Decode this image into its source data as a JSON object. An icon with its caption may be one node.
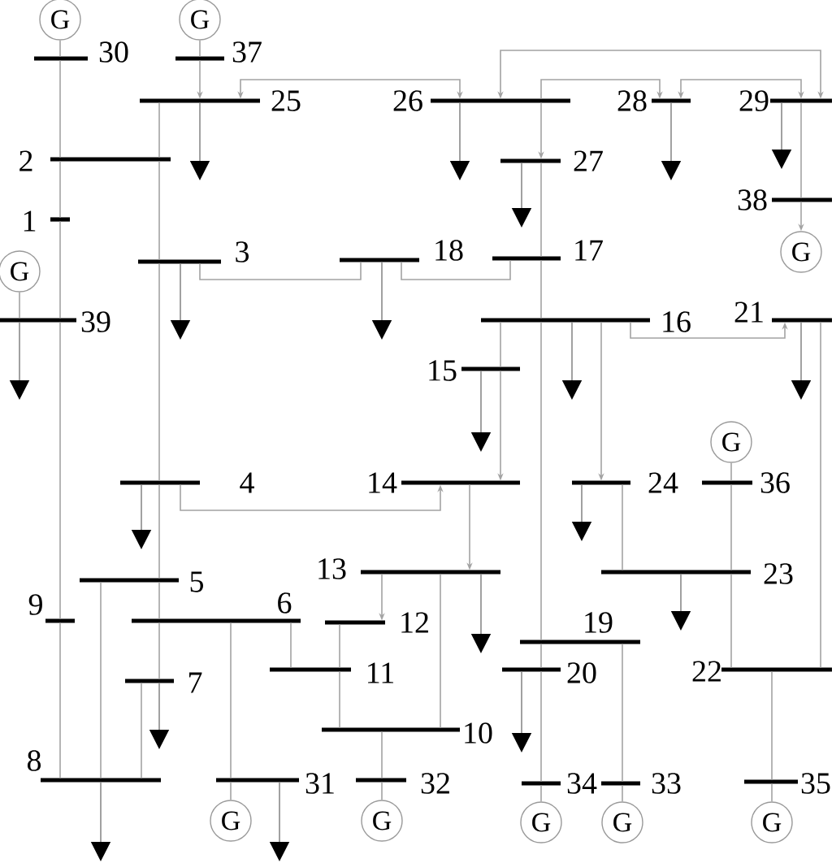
{
  "diagram": {
    "nodes": [
      {
        "text": [
          "G"
        ]
      },
      {
        "text": [
          "G"
        ]
      },
      {
        "text": [],
        "shape": "bar",
        "beside": [
          "30"
        ]
      },
      {
        "text": [],
        "shape": "bar",
        "beside": [
          "37"
        ]
      },
      {
        "text": [],
        "shape": "bar",
        "beside": [
          "25"
        ]
      },
      {
        "text": [],
        "shape": "bar",
        "beside": [
          "26"
        ]
      },
      {
        "text": [],
        "shape": "bar",
        "beside": [
          "28"
        ]
      },
      {
        "text": [],
        "shape": "bar",
        "beside": [
          "29"
        ]
      },
      {
        "text": [],
        "shape": "bar",
        "beside": [
          "2"
        ]
      },
      {
        "text": [],
        "shape": "bar",
        "beside": [
          "27"
        ]
      },
      {
        "text": [],
        "shape": "bar",
        "beside": [
          "1"
        ]
      },
      {
        "text": [],
        "shape": "bar",
        "beside": [
          "38"
        ]
      },
      {
        "text": [],
        "shape": "bar",
        "beside": [
          "3"
        ]
      },
      {
        "text": [],
        "shape": "bar",
        "beside": [
          "18"
        ]
      },
      {
        "text": [],
        "shape": "bar",
        "beside": [
          "17"
        ]
      },
      {
        "text": [
          "G"
        ]
      },
      {
        "text": [
          "G"
        ]
      },
      {
        "text": [],
        "shape": "bar",
        "beside": [
          "39"
        ]
      },
      {
        "text": [],
        "shape": "bar",
        "beside": [
          "16"
        ]
      },
      {
        "text": [],
        "shape": "bar",
        "beside": [
          "21"
        ]
      },
      {
        "text": [],
        "shape": "bar",
        "beside": [
          "15"
        ]
      },
      {
        "text": [
          "G"
        ]
      },
      {
        "text": [],
        "shape": "bar",
        "beside": [
          "4"
        ]
      },
      {
        "text": [],
        "shape": "bar",
        "beside": [
          "14"
        ]
      },
      {
        "text": [],
        "shape": "bar",
        "beside": [
          "24"
        ]
      },
      {
        "text": [],
        "shape": "bar",
        "beside": [
          "36"
        ]
      },
      {
        "text": [],
        "shape": "bar",
        "beside": [
          "13"
        ]
      },
      {
        "text": [],
        "shape": "bar",
        "beside": [
          "23"
        ]
      },
      {
        "text": [],
        "shape": "bar",
        "beside": [
          "5"
        ]
      },
      {
        "text": [],
        "shape": "bar",
        "beside": [
          "9"
        ]
      },
      {
        "text": [],
        "shape": "bar",
        "beside": [
          "6"
        ]
      },
      {
        "text": [],
        "shape": "bar",
        "beside": [
          "12"
        ]
      },
      {
        "text": [],
        "shape": "bar",
        "beside": [
          "19"
        ]
      },
      {
        "text": [],
        "shape": "bar",
        "beside": [
          "11"
        ]
      },
      {
        "text": [],
        "shape": "bar",
        "beside": [
          "20"
        ]
      },
      {
        "text": [],
        "shape": "bar",
        "beside": [
          "22"
        ]
      },
      {
        "text": [],
        "shape": "bar",
        "beside": [
          "7"
        ]
      },
      {
        "text": [],
        "shape": "bar",
        "beside": [
          "10"
        ]
      },
      {
        "text": [],
        "shape": "bar",
        "beside": [
          "8"
        ]
      },
      {
        "text": [],
        "shape": "bar",
        "beside": [
          "31"
        ]
      },
      {
        "text": [],
        "shape": "bar",
        "beside": [
          "32"
        ]
      },
      {
        "text": [],
        "shape": "bar",
        "beside": [
          "34"
        ]
      },
      {
        "text": [],
        "shape": "bar",
        "beside": [
          "33"
        ]
      },
      {
        "text": [],
        "shape": "bar",
        "beside": [
          "35"
        ]
      },
      {
        "text": [
          "G"
        ]
      },
      {
        "text": [
          "G"
        ]
      },
      {
        "text": [
          "G"
        ]
      },
      {
        "text": [
          "G"
        ]
      },
      {
        "text": [
          "G"
        ]
      }
    ],
    "edges": [
      {
        "from": 0,
        "to": 2,
        "arrow": "none"
      },
      {
        "from": 2,
        "to": 8,
        "arrow": "none"
      },
      {
        "from": 1,
        "to": 3,
        "arrow": "none"
      },
      {
        "from": 3,
        "to": 4,
        "arrow": "to"
      },
      {
        "from": 4,
        "to": 5,
        "arrow": "both"
      },
      {
        "from": 5,
        "to": 7,
        "arrow": "both"
      },
      {
        "from": 5,
        "to": 6,
        "arrow": "to"
      },
      {
        "from": 6,
        "to": 7,
        "arrow": "both"
      },
      {
        "from": 5,
        "to": 9,
        "arrow": "to"
      },
      {
        "from": 4,
        "to": 8,
        "arrow": "none"
      },
      {
        "from": 8,
        "to": 10,
        "arrow": "none"
      },
      {
        "from": 7,
        "to": 11,
        "arrow": "none"
      },
      {
        "from": 8,
        "to": 12,
        "arrow": "none"
      },
      {
        "from": 12,
        "to": 13,
        "arrow": "none"
      },
      {
        "from": 13,
        "to": 14,
        "arrow": "none"
      },
      {
        "from": 9,
        "to": 14,
        "arrow": "none"
      },
      {
        "from": 11,
        "to": 15,
        "arrow": "to"
      },
      {
        "from": 10,
        "to": 17,
        "arrow": "none"
      },
      {
        "from": 16,
        "to": 17,
        "arrow": "none"
      },
      {
        "from": 14,
        "to": 18,
        "arrow": "none"
      },
      {
        "from": 18,
        "to": 19,
        "arrow": "to"
      },
      {
        "from": 18,
        "to": 20,
        "arrow": "none"
      },
      {
        "from": 20,
        "to": 23,
        "arrow": "to"
      },
      {
        "from": 18,
        "to": 24,
        "arrow": "to"
      },
      {
        "from": 12,
        "to": 22,
        "arrow": "none"
      },
      {
        "from": 22,
        "to": 23,
        "arrow": "to"
      },
      {
        "from": 21,
        "to": 25,
        "arrow": "none"
      },
      {
        "from": 23,
        "to": 26,
        "arrow": "to"
      },
      {
        "from": 24,
        "to": 27,
        "arrow": "none"
      },
      {
        "from": 25,
        "to": 27,
        "arrow": "none"
      },
      {
        "from": 22,
        "to": 28,
        "arrow": "none"
      },
      {
        "from": 17,
        "to": 29,
        "arrow": "none"
      },
      {
        "from": 28,
        "to": 30,
        "arrow": "none"
      },
      {
        "from": 26,
        "to": 31,
        "arrow": "to"
      },
      {
        "from": 18,
        "to": 32,
        "arrow": "none"
      },
      {
        "from": 30,
        "to": 33,
        "arrow": "none"
      },
      {
        "from": 31,
        "to": 33,
        "arrow": "none"
      },
      {
        "from": 32,
        "to": 34,
        "arrow": "none"
      },
      {
        "from": 19,
        "to": 35,
        "arrow": "none"
      },
      {
        "from": 27,
        "to": 35,
        "arrow": "none"
      },
      {
        "from": 30,
        "to": 36,
        "arrow": "none"
      },
      {
        "from": 33,
        "to": 37,
        "arrow": "none"
      },
      {
        "from": 26,
        "to": 37,
        "arrow": "none"
      },
      {
        "from": 29,
        "to": 38,
        "arrow": "none"
      },
      {
        "from": 28,
        "to": 38,
        "arrow": "none"
      },
      {
        "from": 36,
        "to": 38,
        "arrow": "none"
      },
      {
        "from": 30,
        "to": 39,
        "arrow": "none"
      },
      {
        "from": 37,
        "to": 40,
        "arrow": "none"
      },
      {
        "from": 34,
        "to": 41,
        "arrow": "none"
      },
      {
        "from": 32,
        "to": 42,
        "arrow": "none"
      },
      {
        "from": 35,
        "to": 43,
        "arrow": "none"
      },
      {
        "from": 39,
        "to": 44,
        "arrow": "none"
      },
      {
        "from": 40,
        "to": 45,
        "arrow": "none"
      },
      {
        "from": 41,
        "to": 46,
        "arrow": "none"
      },
      {
        "from": 42,
        "to": 47,
        "arrow": "none"
      },
      {
        "from": 43,
        "to": 48,
        "arrow": "none"
      },
      {
        "from": 4,
        "to": null,
        "arrow": "to"
      },
      {
        "from": 5,
        "to": null,
        "arrow": "to"
      },
      {
        "from": 6,
        "to": null,
        "arrow": "to"
      },
      {
        "from": 7,
        "to": null,
        "arrow": "to"
      },
      {
        "from": 9,
        "to": null,
        "arrow": "to"
      },
      {
        "from": 12,
        "to": null,
        "arrow": "to"
      },
      {
        "from": 13,
        "to": null,
        "arrow": "to"
      },
      {
        "from": 17,
        "to": null,
        "arrow": "to"
      },
      {
        "from": 18,
        "to": null,
        "arrow": "to"
      },
      {
        "from": 19,
        "to": null,
        "arrow": "to"
      },
      {
        "from": 20,
        "to": null,
        "arrow": "to"
      },
      {
        "from": 22,
        "to": null,
        "arrow": "to"
      },
      {
        "from": 24,
        "to": null,
        "arrow": "to"
      },
      {
        "from": 26,
        "to": null,
        "arrow": "to"
      },
      {
        "from": 27,
        "to": null,
        "arrow": "to"
      },
      {
        "from": 34,
        "to": null,
        "arrow": "to"
      },
      {
        "from": 36,
        "to": null,
        "arrow": "to"
      },
      {
        "from": 38,
        "to": null,
        "arrow": "to"
      },
      {
        "from": 39,
        "to": null,
        "arrow": "to"
      }
    ]
  }
}
